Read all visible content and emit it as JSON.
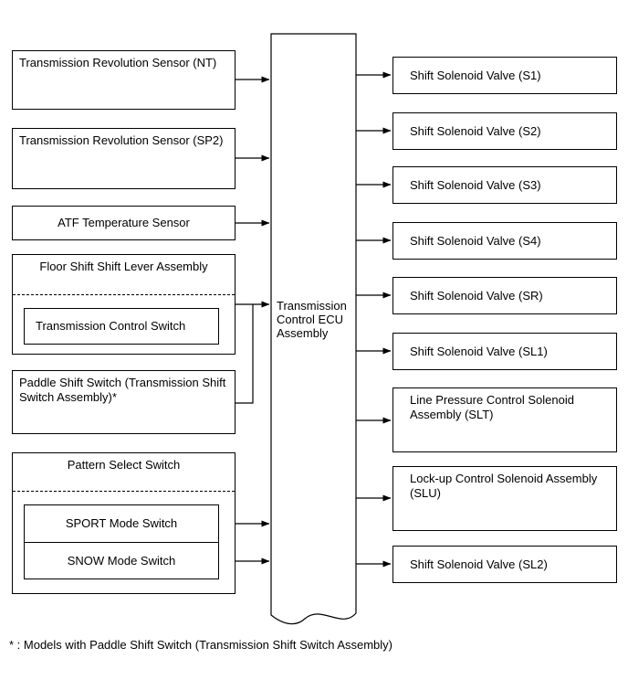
{
  "ecu": {
    "label": "Transmission\nControl ECU\nAssembly"
  },
  "inputs": {
    "nt": "Transmission Revolution Sensor (NT)",
    "sp2": "Transmission Revolution Sensor (SP2)",
    "atf": "ATF Temperature Sensor",
    "floor_shift": "Floor Shift Shift Lever Assembly",
    "tcs": "Transmission Control Switch",
    "paddle": "Paddle Shift Switch (Transmission Shift Switch Assembly)*",
    "pattern": "Pattern Select Switch",
    "sport": "SPORT Mode Switch",
    "snow": "SNOW Mode Switch"
  },
  "outputs": [
    "Shift Solenoid Valve (S1)",
    "Shift Solenoid Valve (S2)",
    "Shift Solenoid Valve (S3)",
    "Shift Solenoid Valve (S4)",
    "Shift Solenoid Valve (SR)",
    "Shift Solenoid Valve (SL1)",
    "Line Pressure Control Solenoid Assembly (SLT)",
    "Lock-up Control Solenoid Assembly (SLU)",
    "Shift Solenoid Valve (SL2)"
  ],
  "footnote": "* : Models with Paddle Shift Switch (Transmission Shift Switch Assembly)"
}
